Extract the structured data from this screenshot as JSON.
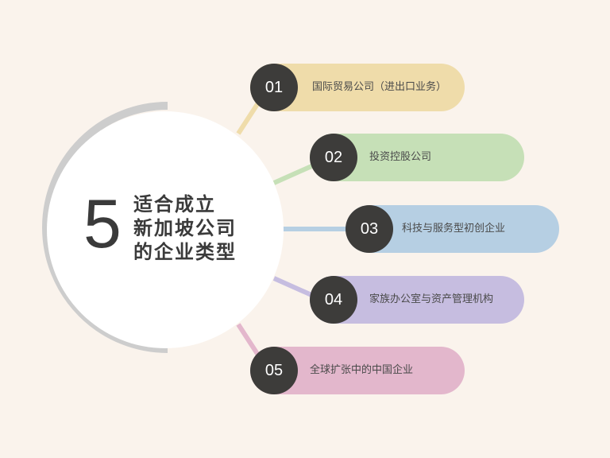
{
  "center": {
    "number": "5",
    "title_lines": [
      "适合成立",
      "新加坡公司",
      "的企业类型"
    ]
  },
  "items": [
    {
      "num": "01",
      "label": "国际贸易公司（进出口业务）",
      "color": "#efdcaa"
    },
    {
      "num": "02",
      "label": "投资控股公司",
      "color": "#c6e0b7"
    },
    {
      "num": "03",
      "label": "科技与服务型初创企业",
      "color": "#b6cfe3"
    },
    {
      "num": "04",
      "label": "家族办公室与资产管理机构",
      "color": "#c6bde0"
    },
    {
      "num": "05",
      "label": "全球扩张中的中国企业",
      "color": "#e3b7cc"
    }
  ],
  "colors": {
    "background": "#faf3ec",
    "arc": "#cdcdcd",
    "badge": "#3d3c3a",
    "text": "#3a3a3a"
  }
}
